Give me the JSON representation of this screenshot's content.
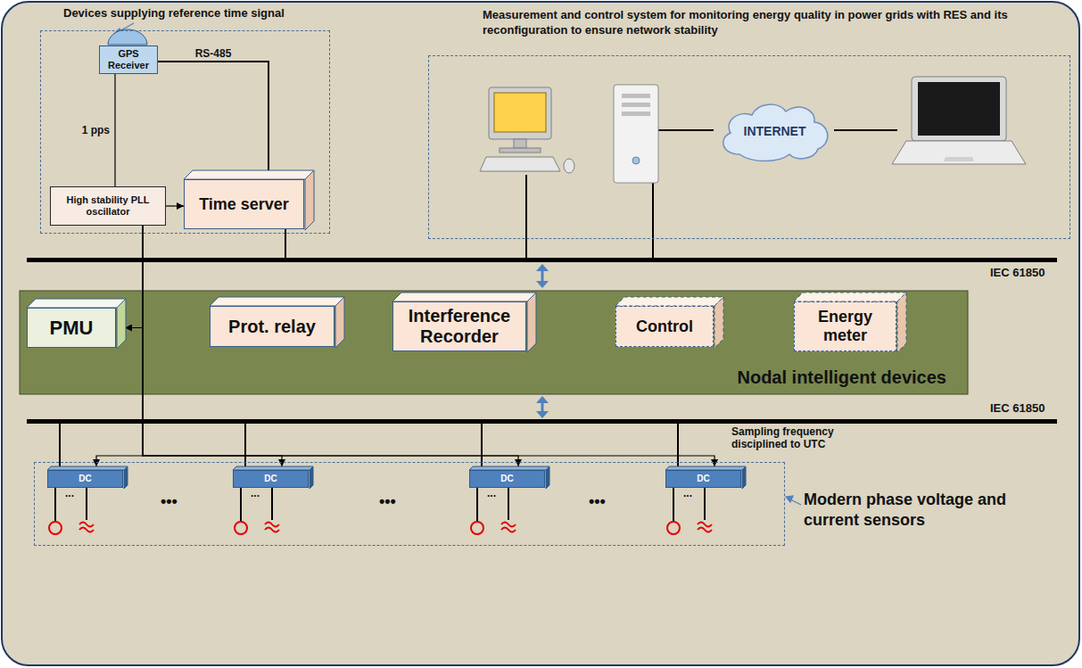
{
  "diagram": {
    "nodes": [
      {
        "text": [
          "Devices supplying reference time signal"
        ]
      },
      {
        "text": [
          "GPS Receiver"
        ],
        "in": 0
      },
      {
        "text": [
          "High stability PLL oscillator"
        ],
        "in": 0
      },
      {
        "text": [
          "Time server"
        ],
        "in": 0
      },
      {
        "text": [
          "Measurement and control system for monitoring energy quality in power grids with RES and its reconfiguration to ensure network stability"
        ]
      },
      {
        "text": [
          "INTERNET"
        ],
        "in": 4
      },
      {
        "text": [
          "Nodal intelligent devices"
        ]
      },
      {
        "text": [
          "PMU"
        ],
        "in": 6
      },
      {
        "text": [
          "Prot. relay"
        ],
        "in": 6
      },
      {
        "text": [
          "Interference Recorder"
        ],
        "in": 6
      },
      {
        "text": [
          "Control"
        ],
        "in": 6
      },
      {
        "text": [
          "Energy meter"
        ],
        "in": 6
      },
      {
        "text": [
          "Modern phase voltage and current sensors"
        ]
      },
      {
        "text": [
          "DC"
        ],
        "in": 12
      },
      {
        "text": [
          "DC"
        ],
        "in": 12
      },
      {
        "text": [
          "DC"
        ],
        "in": 12
      },
      {
        "text": [
          "DC"
        ],
        "in": 12
      }
    ],
    "edges": [
      {
        "from": 1,
        "to": 3,
        "label": "RS-485",
        "arrow": "none"
      },
      {
        "from": 1,
        "to": 2,
        "label": "1 pps",
        "arrow": "none"
      },
      {
        "from": 2,
        "to": 3,
        "arrow": "to"
      },
      {
        "from": 2,
        "to": 7,
        "arrow": "to"
      },
      {
        "from": 2,
        "to": 13,
        "arrow": "to"
      },
      {
        "from": 2,
        "to": 14,
        "arrow": "to"
      },
      {
        "from": 2,
        "to": 15,
        "arrow": "to"
      },
      {
        "from": 2,
        "to": 16,
        "arrow": "to"
      }
    ],
    "labels": [
      "IEC 61850",
      "IEC 61850",
      "Sampling frequency disciplined to UTC",
      "•••",
      "•••",
      "•••",
      "...",
      "...",
      "...",
      "..."
    ]
  }
}
